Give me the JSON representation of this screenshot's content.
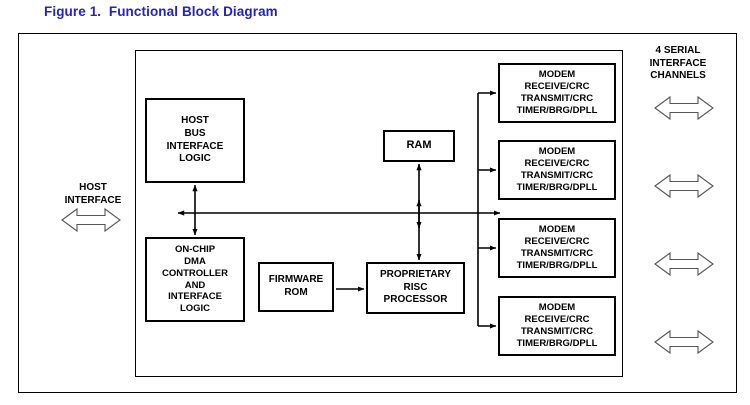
{
  "figure": {
    "title": "Figure 1.  Functional Block Diagram",
    "title_color": "#2222cc"
  },
  "labels": {
    "host_interface": "HOST\nINTERFACE",
    "serial_channels": "4 SERIAL\nINTERFACE\nCHANNELS"
  },
  "blocks": {
    "host_bus": {
      "lines": [
        "HOST",
        "BUS",
        "INTERFACE",
        "LOGIC"
      ]
    },
    "dma": {
      "lines": [
        "ON-CHIP",
        "DMA",
        "CONTROLLER",
        "AND",
        "INTERFACE",
        "LOGIC"
      ]
    },
    "firmware_rom": {
      "lines": [
        "FIRMWARE",
        "ROM"
      ]
    },
    "risc": {
      "lines": [
        "PROPRIETARY",
        "RISC",
        "PROCESSOR"
      ]
    },
    "ram": {
      "lines": [
        "RAM"
      ]
    }
  },
  "modems": [
    {
      "lines": [
        "MODEM",
        "RECEIVE/CRC",
        "TRANSMIT/CRC",
        "TIMER/BRG/DPLL"
      ]
    },
    {
      "lines": [
        "MODEM",
        "RECEIVE/CRC",
        "TRANSMIT/CRC",
        "TIMER/BRG/DPLL"
      ]
    },
    {
      "lines": [
        "MODEM",
        "RECEIVE/CRC",
        "TRANSMIT/CRC",
        "TIMER/BRG/DPLL"
      ]
    },
    {
      "lines": [
        "MODEM",
        "RECEIVE/CRC",
        "TRANSMIT/CRC",
        "TIMER/BRG/DPLL"
      ]
    }
  ],
  "colors": {
    "line": "#000000",
    "background": "#ffffff",
    "title": "#2222cc"
  }
}
